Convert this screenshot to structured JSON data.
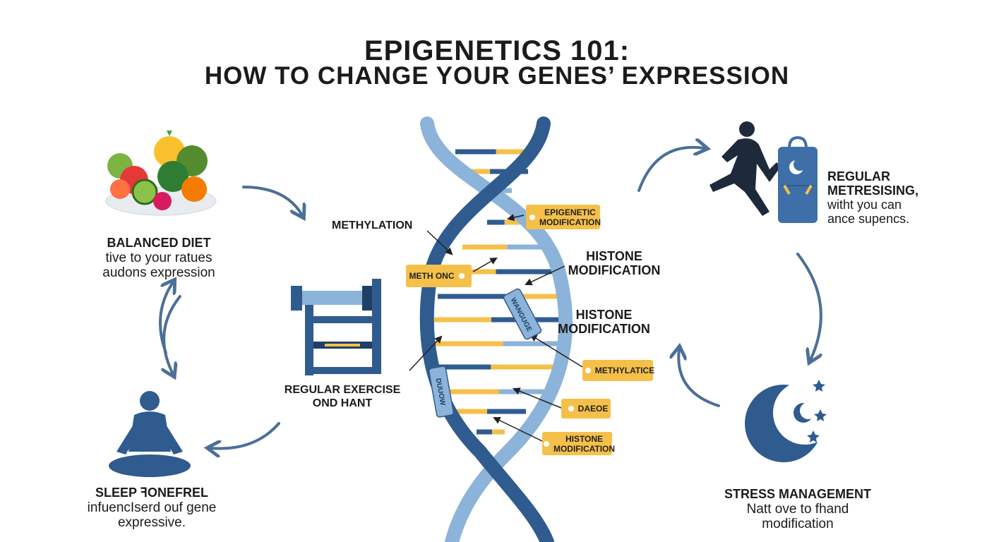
{
  "title": {
    "line1": "EPIGENETICS 101:",
    "line2": "HOW TO CHANGE YOUR GENES’ EXPRESSION"
  },
  "diet": {
    "heading": "BALANCED DIET",
    "line1": "tive to your ratues",
    "line2": "audons expression"
  },
  "sleep": {
    "heading": "SLEEP ꟻONEFREL",
    "line1": "infuencIserd ouf gene",
    "line2": "expressive."
  },
  "exercise_center": {
    "line1": "REGULAR EXERCISE",
    "line2": "OND HANT"
  },
  "exercise_right": {
    "line1": "REGULAR",
    "line2": "METRESISING,",
    "line3": "witht you can",
    "line4": "ance supencs."
  },
  "stress": {
    "heading": "STRESS MANAGEMENT",
    "line1": "Natt ove to fhand",
    "line2": "modification"
  },
  "dna_labels": {
    "methylation": "METHYLATION",
    "epigenetic_tag": [
      "EPIGENETIC",
      "MODIFICATION"
    ],
    "meth_tag": "METH ONC",
    "histone_1": [
      "HISTONE",
      "MODIFICATION"
    ],
    "histone_2": [
      "HISTONE",
      "MODIFICATION"
    ],
    "methylatice_tag": "METHYLATICE",
    "daeoe_tag": "DAEOE",
    "histone_tag": [
      "HISTONE",
      "MODIFICATION"
    ],
    "rotated_tag_1": "WANGUGE",
    "rotated_tag_2": "DUUOW"
  },
  "colors": {
    "dark_blue": "#2f5b8f",
    "light_blue": "#8cb3d9",
    "yellow": "#f5c04a",
    "arrow": "#4b6f98"
  }
}
